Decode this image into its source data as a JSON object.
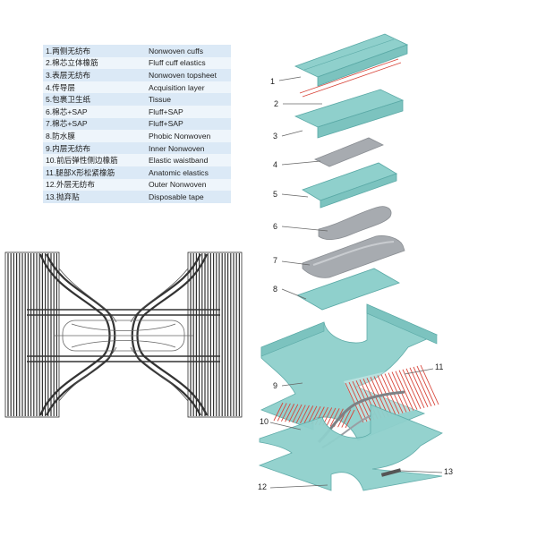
{
  "legend": [
    {
      "num": "1",
      "zh": "1.两侧无纺布",
      "en": "Nonwoven cuffs"
    },
    {
      "num": "2",
      "zh": "2.棉芯立体橡筋",
      "en": "Fluff cuff elastics"
    },
    {
      "num": "3",
      "zh": "3.表层无纺布",
      "en": "Nonwoven topsheet"
    },
    {
      "num": "4",
      "zh": "4.传导层",
      "en": "Acquisition layer"
    },
    {
      "num": "5",
      "zh": "5.包裹卫生纸",
      "en": "Tissue"
    },
    {
      "num": "6",
      "zh": "6.棉芯+SAP",
      "en": "Fluff+SAP"
    },
    {
      "num": "7",
      "zh": "7.棉芯+SAP",
      "en": "Fluff+SAP"
    },
    {
      "num": "8",
      "zh": "8.防水膜",
      "en": "Phobic Nonwoven"
    },
    {
      "num": "9",
      "zh": "9.内层无纺布",
      "en": "Inner Nonwoven"
    },
    {
      "num": "10",
      "zh": "10.前后弹性侧边橡筋",
      "en": "Elastic waistband"
    },
    {
      "num": "11",
      "zh": "11.腿部X形松紧橡筋",
      "en": "Anatomic elastics"
    },
    {
      "num": "12",
      "zh": "12.外层无纺布",
      "en": "Outer Nonwoven"
    },
    {
      "num": "13",
      "zh": "13.抛弃贴",
      "en": "Disposable tape"
    }
  ],
  "colors": {
    "layer_fill": "#8fd0cc",
    "layer_edge": "#5aa9a6",
    "grey_layer": "#a7abb0",
    "elastic_red": "#d8453a",
    "legend_row_a": "#dbe9f6",
    "legend_row_b": "#eef5fb",
    "drawing_line": "#2b2b2b"
  }
}
